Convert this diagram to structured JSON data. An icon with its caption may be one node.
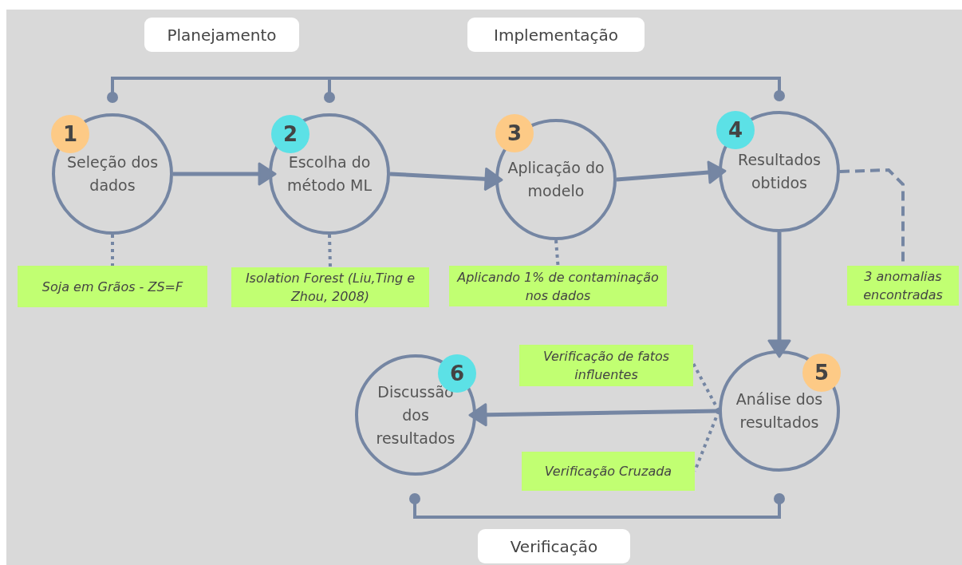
{
  "diagram": {
    "nodes": [
      {
        "text": [
          "Planejamento"
        ]
      },
      {
        "text": [
          "Implementação"
        ]
      },
      {
        "text": [
          "Verificação"
        ]
      },
      {
        "text": [
          "1",
          "Seleção dos dados"
        ]
      },
      {
        "text": [
          "2",
          "Escolha do método ML"
        ]
      },
      {
        "text": [
          "3",
          "Aplicação do modelo"
        ]
      },
      {
        "text": [
          "4",
          "Resultados obtidos"
        ]
      },
      {
        "text": [
          "5",
          "Análise dos resultados"
        ]
      },
      {
        "text": [
          "6",
          "Discussão dos resultados"
        ]
      },
      {
        "text": [
          "Soja em Grãos - ZS=F"
        ]
      },
      {
        "text": [
          "Isolation Forest (Liu,Ting e Zhou, 2008)"
        ]
      },
      {
        "text": [
          "Aplicando 1% de contaminação nos dados"
        ]
      },
      {
        "text": [
          "3 anomalias encontradas"
        ]
      },
      {
        "text": [
          "Verificação de fatos influentes"
        ]
      },
      {
        "text": [
          "Verificação Cruzada"
        ]
      }
    ],
    "edges": [
      {
        "from": 3,
        "to": 4,
        "arrow": "to"
      },
      {
        "from": 4,
        "to": 5,
        "arrow": "to"
      },
      {
        "from": 5,
        "to": 6,
        "arrow": "to"
      },
      {
        "from": 6,
        "to": 7,
        "arrow": "to"
      },
      {
        "from": 7,
        "to": 8,
        "arrow": "to"
      },
      {
        "from": 3,
        "to": 9,
        "arrow": "none",
        "style": "dashed"
      },
      {
        "from": 4,
        "to": 10,
        "arrow": "none",
        "style": "dashed"
      },
      {
        "from": 5,
        "to": 11,
        "arrow": "none",
        "style": "dashed"
      },
      {
        "from": 6,
        "to": 12,
        "arrow": "none",
        "style": "dashed"
      },
      {
        "from": 7,
        "to": 13,
        "arrow": "none",
        "style": "dashed"
      },
      {
        "from": 7,
        "to": 14,
        "arrow": "none",
        "style": "dashed"
      }
    ]
  }
}
